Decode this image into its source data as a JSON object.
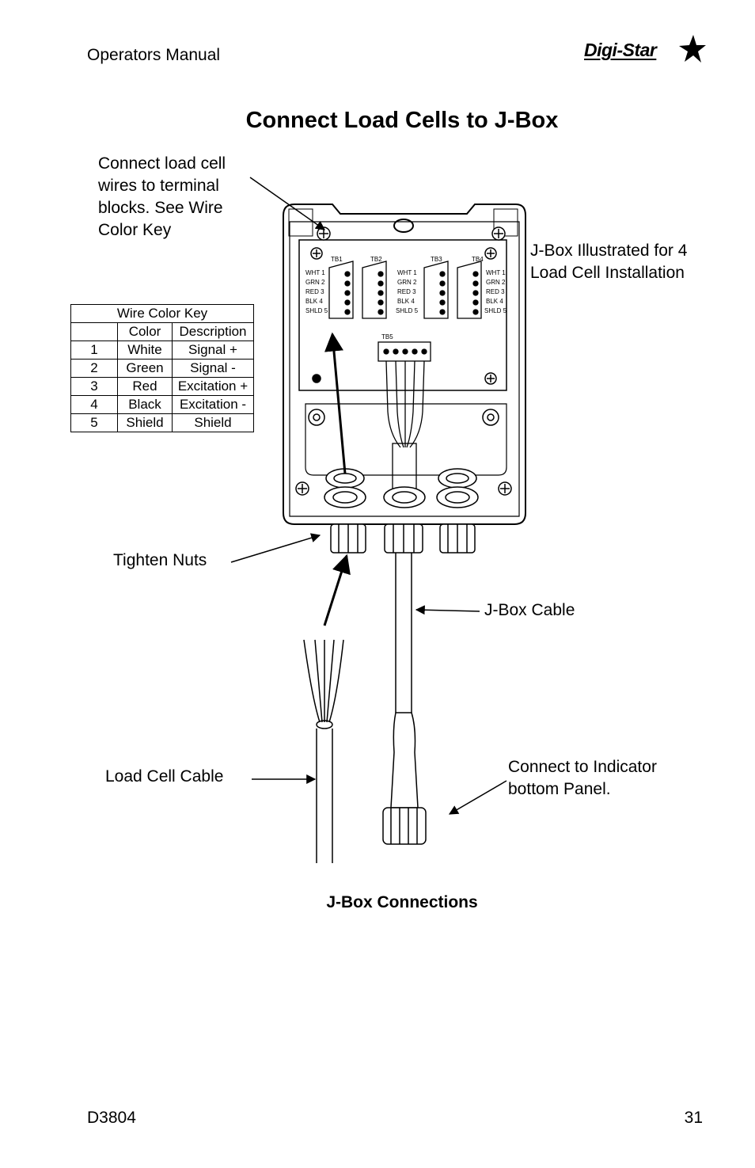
{
  "header": {
    "manual": "Operators Manual",
    "brand": "Digi-Star"
  },
  "title": "Connect Load Cells to J-Box",
  "annotations": {
    "connect_wires": "Connect load cell\nwires to terminal\nblocks. See Wire\nColor Key",
    "jbox_illustrated": "J-Box Illustrated for 4\nLoad Cell Installation",
    "tighten_nuts": "Tighten Nuts",
    "jbox_cable": "J-Box Cable",
    "load_cell_cable": "Load Cell Cable",
    "connect_indicator": "Connect to Indicator\nbottom Panel."
  },
  "wire_key": {
    "title": "Wire Color Key",
    "headers": [
      "",
      "Color",
      "Description"
    ],
    "rows": [
      [
        "1",
        "White",
        "Signal +"
      ],
      [
        "2",
        "Green",
        "Signal -"
      ],
      [
        "3",
        "Red",
        "Excitation +"
      ],
      [
        "4",
        "Black",
        "Excitation -"
      ],
      [
        "5",
        "Shield",
        "Shield"
      ]
    ]
  },
  "diagram": {
    "tb_labels": [
      "TB1",
      "TB2",
      "TB3",
      "TB4",
      "TB5"
    ],
    "terminal_labels": [
      "WHT 1",
      "GRN 2",
      "RED 3",
      "BLK 4",
      "SHLD 5"
    ]
  },
  "caption": "J-Box Connections",
  "footer": {
    "doc_id": "D3804",
    "page": "31"
  }
}
